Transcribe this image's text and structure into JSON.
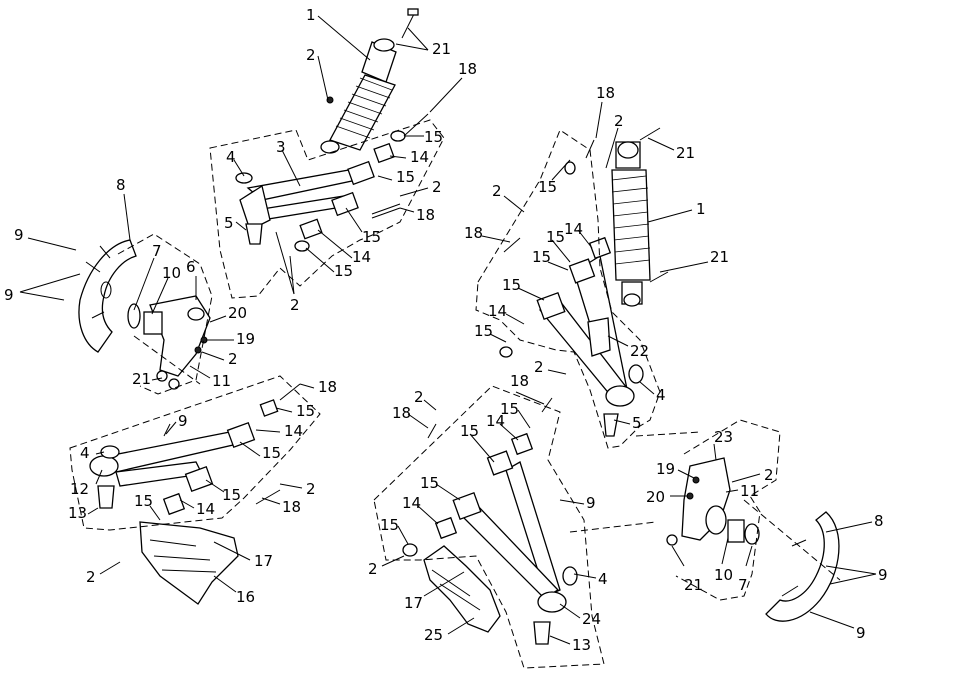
{
  "diagram": {
    "callouts": {
      "c1a": "1",
      "c2a": "2",
      "c21a": "21",
      "c18a": "18",
      "c15a": "15",
      "c14a": "14",
      "c3": "3",
      "c4a": "4",
      "c15b": "15",
      "c2b": "2",
      "c18b": "18",
      "c5a": "5",
      "c15c": "15",
      "c14b": "14",
      "c15d": "15",
      "c2c": "2",
      "c8a": "8",
      "c9a": "9",
      "c9b": "9",
      "c7a": "7",
      "c10a": "10",
      "c6": "6",
      "c20a": "20",
      "c19a": "19",
      "c2d": "2",
      "c21b": "21",
      "c11a": "11",
      "c18c": "18",
      "c15e": "15",
      "c9c": "9",
      "c14c": "14",
      "c4b": "4",
      "c15f": "15",
      "c12": "12",
      "c2e": "2",
      "c15g": "15",
      "c13a": "13",
      "c15h": "15",
      "c14d": "14",
      "c18d": "18",
      "c17a": "17",
      "c2f": "2",
      "c16": "16",
      "c18e": "18",
      "c2g": "2",
      "c21c": "21",
      "c1b": "1",
      "c15i": "15",
      "c2h": "2",
      "c18f": "18",
      "c15j": "15",
      "c14e": "14",
      "c15k": "15",
      "c21d": "21",
      "c15l": "15",
      "c14f": "14",
      "c15m": "15",
      "c22": "22",
      "c2i": "2",
      "c4c": "4",
      "c5b": "5",
      "c18g": "18",
      "c2j": "2",
      "c18h": "18",
      "c15n": "15",
      "c14g": "14",
      "c15o": "15",
      "c9d": "9",
      "c15p": "15",
      "c14h": "14",
      "c15q": "15",
      "c2k": "2",
      "c4d": "4",
      "c17b": "17",
      "c24": "24",
      "c25": "25",
      "c13b": "13",
      "c23": "23",
      "c19b": "19",
      "c2l": "2",
      "c20b": "20",
      "c11b": "11",
      "c8b": "8",
      "c21e": "21",
      "c10b": "10",
      "c7b": "7",
      "c9e": "9",
      "c9f": "9"
    }
  }
}
